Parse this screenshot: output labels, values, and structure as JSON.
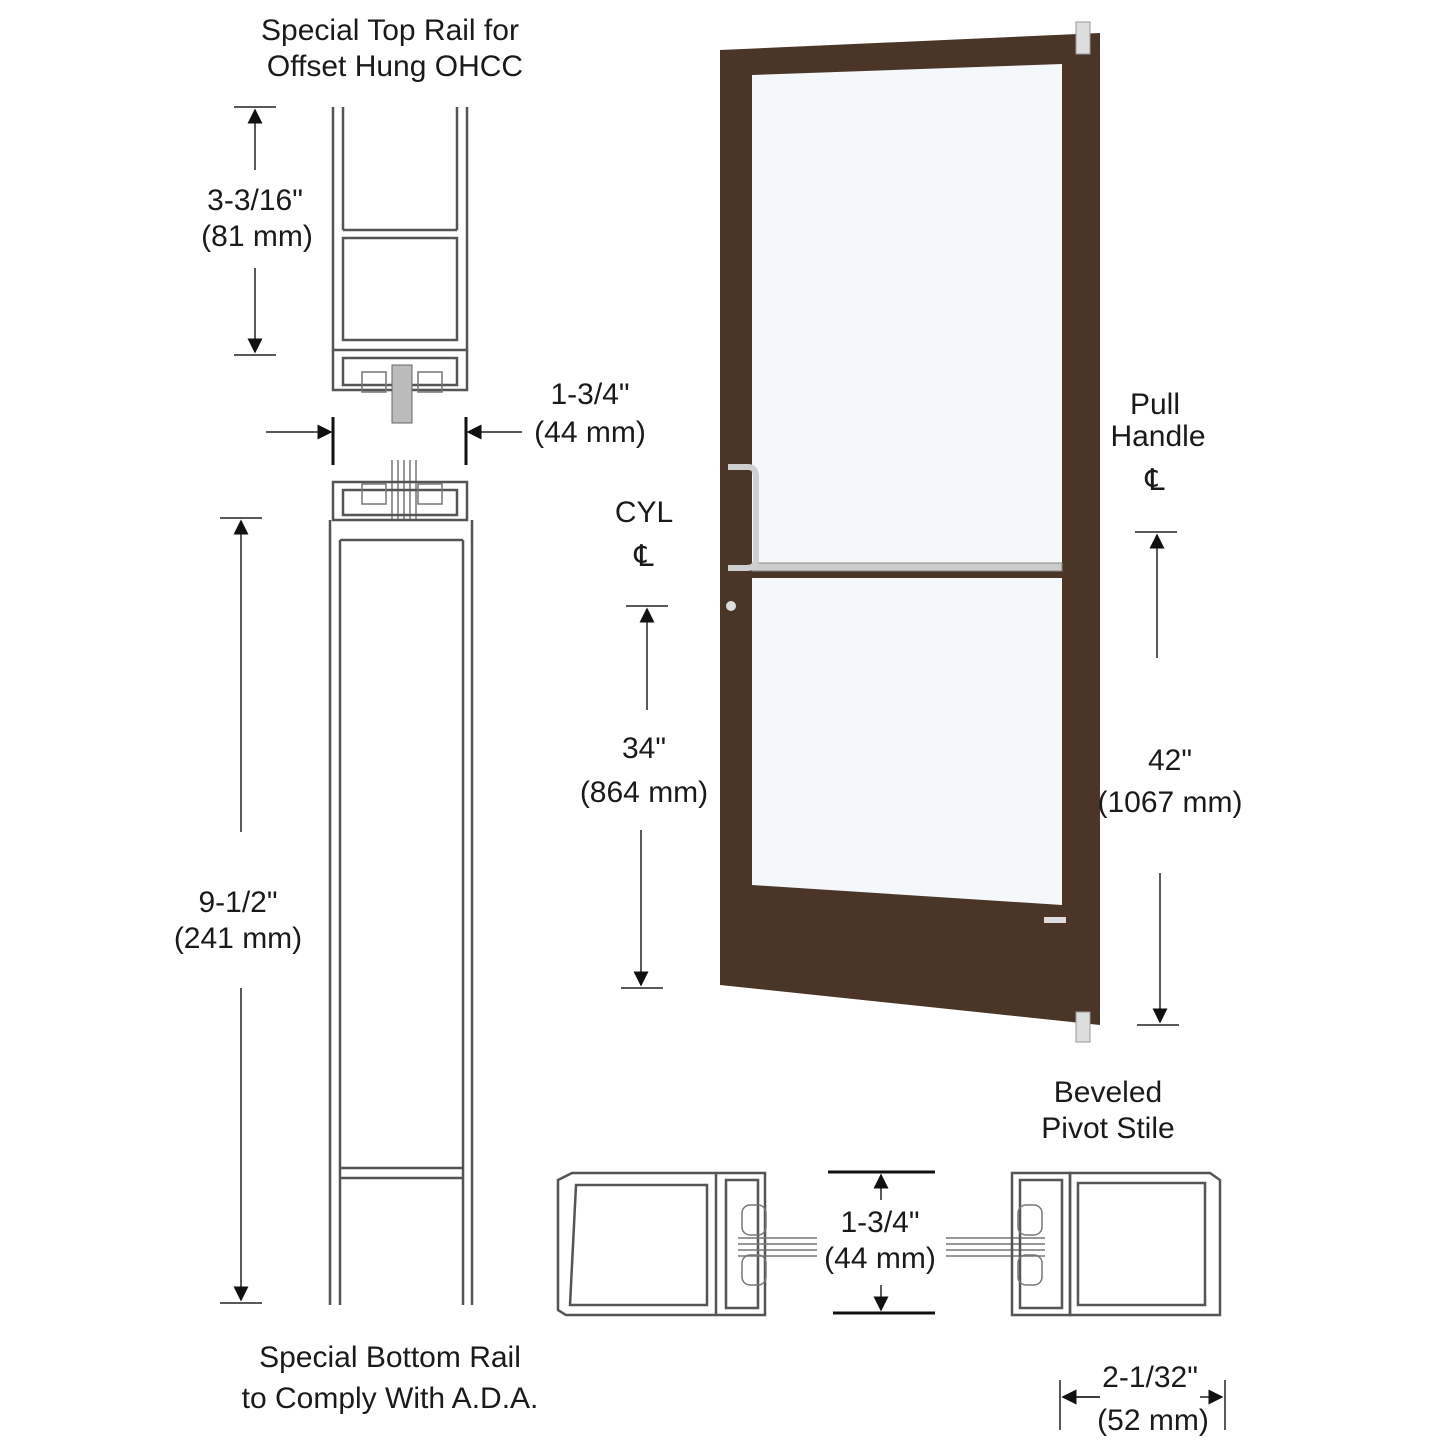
{
  "labels": {
    "top_rail_line1": "Special Top Rail for",
    "top_rail_line2": "Offset Hung OHCC",
    "top_rail_height_in": "3-3/16\"",
    "top_rail_height_mm": "(81 mm)",
    "rail_depth_in": "1-3/4\"",
    "rail_depth_mm": "(44 mm)",
    "bottom_rail_height_in": "9-1/2\"",
    "bottom_rail_height_mm": "(241 mm)",
    "bottom_rail_line1": "Special Bottom Rail",
    "bottom_rail_line2": "to Comply With A.D.A.",
    "cyl_label": "CYL",
    "cyl_centerline": "℄",
    "cyl_height_in": "34\"",
    "cyl_height_mm": "(864 mm)",
    "pull_line1": "Pull",
    "pull_line2": "Handle",
    "pull_centerline": "℄",
    "pull_height_in": "42\"",
    "pull_height_mm": "(1067 mm)",
    "pivot_line1": "Beveled",
    "pivot_line2": "Pivot Stile",
    "stile_depth_in": "1-3/4\"",
    "stile_depth_mm": "(44 mm)",
    "stile_width_in": "2-1/32\"",
    "stile_width_mm": "(52 mm)"
  },
  "colors": {
    "door_frame": "#4b3527",
    "glass": "#f4f8fb",
    "line": "#555555"
  }
}
